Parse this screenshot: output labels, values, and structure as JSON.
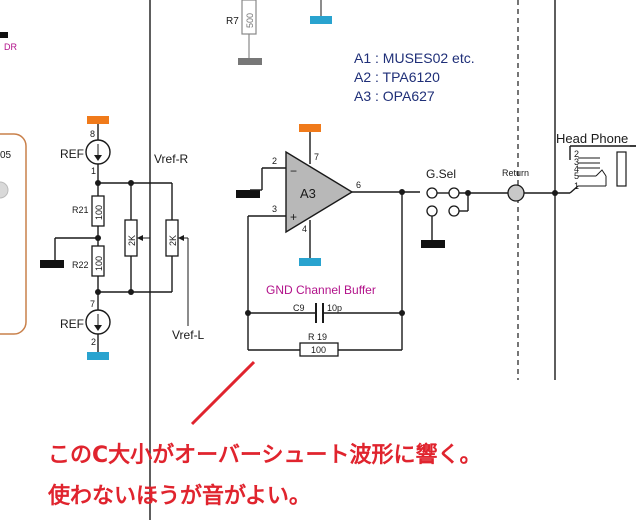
{
  "colors": {
    "power_positive": "#f07a1a",
    "power_negative": "#29a3cf",
    "ground": "#111111",
    "opamp_fill": "#b8b8b8",
    "annotation_red": "#e0242e",
    "buffer_label": "#b2128a",
    "notes_text": "#1f2f78"
  },
  "icons": {
    "ref_source": "current-source-arrow-icon",
    "ground": "ground-bar-icon"
  },
  "notes": {
    "a1": "A1 : MUSES02 etc.",
    "a2": "A2 : TPA6120",
    "a3": "A3 : OPA627"
  },
  "top": {
    "r7_name": "R7",
    "r7_value": "500",
    "edge_tag": "DR"
  },
  "left": {
    "pin_label": "05"
  },
  "ref_block": {
    "ref_top_label": "REF",
    "ref_top_pin_top": "8",
    "ref_top_pin_bottom": "1",
    "ref_bottom_label": "REF",
    "ref_bottom_pin_top": "7",
    "ref_bottom_pin_bottom": "2",
    "r21_name": "R21",
    "r21_value": "100",
    "r22_name": "R22",
    "r22_value": "100",
    "pot1_value": "2K",
    "pot2_value": "2K",
    "vref_r": "Vref-R",
    "vref_l": "Vref-L"
  },
  "opamp": {
    "name": "A3",
    "pin_inv": "2",
    "pin_noninv": "3",
    "pin_out": "6",
    "pin_vpos": "7",
    "pin_vneg": "4",
    "minus": "−",
    "plus": "+"
  },
  "feedback": {
    "title": "GND Channel Buffer",
    "c9_name": "C9",
    "c9_value": "10p",
    "r19_name": "R 19",
    "r19_value": "100"
  },
  "output": {
    "gsel": "G.Sel",
    "return": "Return",
    "head_phone": "Head Phone",
    "jack_pins": [
      "2",
      "3",
      "4",
      "5",
      "1"
    ]
  },
  "annotation": {
    "line1": "このC大小がオーバーシュート波形に響く。",
    "line2": "使わないほうが音がよい。"
  }
}
